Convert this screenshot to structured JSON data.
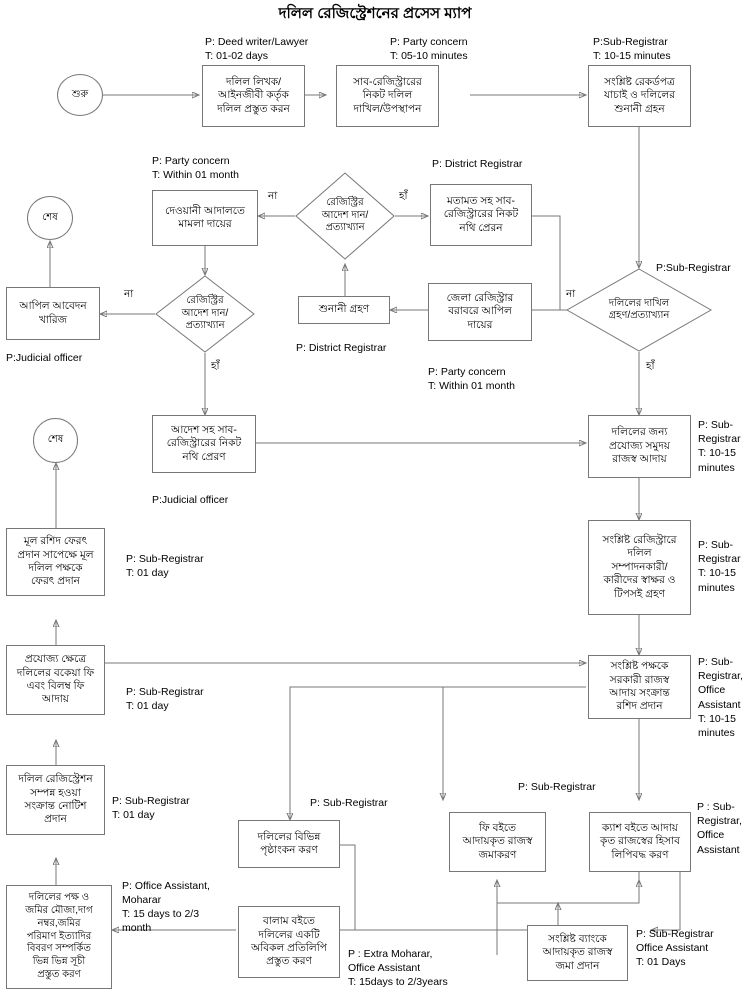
{
  "title": "দলিল রেজিস্ট্রেশনের প্রসেস ম্যাপ",
  "nodes": {
    "start": "শুরু",
    "end_top": "শেষ",
    "end_mid": "শেষ",
    "n_deed_prepare": "দলিল লিখক/\nআইনজীবী কর্তৃক\nদলিল প্রস্তুত করন",
    "n_submit_subreg": "সাব-রেজিস্ট্রারের\nনিকট দলিল\nদাখিল/উপস্থাপন",
    "n_verify_hearing": "সংশ্লিষ্ট রেকর্ডপত্র\nযাচাই ও দলিলের\nশুনানী গ্রহন",
    "n_civil_court": "দেওয়ানী আদালতে\nমামলা দায়ের",
    "n_opinion_send": "মতামত সহ সাব-\nরেজিস্ট্রারের নিকট\nনথি প্রেরন",
    "n_appeal_reject": "আপিল আবেদন\nখারিজ",
    "n_hearing_take": "শুনানী গ্রহণ",
    "n_district_appeal": "জেলা রেজিস্ট্রার\nবরাবরে আপিল\nদায়ের",
    "n_order_send": "আদেশ সহ সাব-\nরেজিস্ট্রারের নিকট\nনথি প্রেরণ",
    "n_revenue_collect": "দলিলের জন্য\nপ্রযোজ্য সমুদয়\nরাজস্ব আদায়",
    "n_signature": "সংশ্লিষ্ট রেজিস্ট্রারে\nদলিল\nসম্পাদনকারী/\nকারীদের স্বাক্ষর ও\nটিপসই গ্রহণ",
    "n_return_deed": "মূল রশিদ ফেরৎ\nপ্রদান সাপেক্ষে মূল\nদলিল পক্ষকে\nফেরৎ প্রদান",
    "n_due_fee": "প্রযোজ্য ক্ষেত্রে\nদলিলের বকেয়া ফি\nএবং বিলম্ব ফি\nআদায়",
    "n_receipt_gov": "সংশ্লিষ্ট পক্ষকে\nসরকারী রাজস্ব\nআদায় সংক্রান্ত\nরশিদ প্রদান",
    "n_notice": "দলিল রেজিস্ট্রেশন\nসম্পন্ন হওয়া\nসংক্রান্ত নোটিশ\nপ্রদান",
    "n_index": "দলিলের পক্ষ ও\nজমির মৌজা,দাগ\nনম্বর,জমির\nপরিমাণ ইত্যাদির\nবিবরণ সম্পর্কিত\nভিন্ন ভিন্ন সূচী\nপ্রস্তুত করণ",
    "n_endorse": "দলিলের বিভিন্ন\nপৃষ্ঠাংকন করণ",
    "n_fee_book": "ফি বইতে\nআদায়কৃত রাজস্ব\nজমাকরণ",
    "n_cash_book": "ক্যাশ বইতে আদায়\nকৃত রাজস্বের হিসাব\nলিপিবদ্ধ করণ",
    "n_balam_copy": "বালাম বইতে\nদলিলের একটি\nঅবিকল প্রতিলিপি\nপ্রস্তুত করণ",
    "n_bank_deposit": "সংশ্লিষ্ট ব্যাংকে\nআদায়কৃত রাজস্ব\nজমা প্রদান"
  },
  "decisions": {
    "d_registrar_order_1": "রেজিস্ট্রির\nআদেশ দান/\nপ্রত্যাখ্যান",
    "d_registrar_order_2": "রেজিস্ট্রির\nআদেশ দান/\nপ্রত্যাখ্যান",
    "d_deed_accept": "দলিলের দাখিল\nগ্রহণ/প্রত্যাখ্যান"
  },
  "notes": {
    "note_deed_writer": "P: Deed writer/Lawyer\nT: 01-02 days",
    "note_party_concern_1": "P: Party concern\nT: 05-10 minutes",
    "note_subreg_1015": "P:Sub-Registrar\nT: 10-15 minutes",
    "note_party_month": "P: Party concern\nT: Within 01 month",
    "note_district_registrar_1": "P: District Registrar",
    "note_subreg_right": "P:Sub-Registrar",
    "note_judicial_1": "P:Judicial officer",
    "note_district_registrar_2": "P: District Registrar",
    "note_party_month_2": "P: Party concern\nT: Within 01 month",
    "note_judicial_2": "P:Judicial officer",
    "note_subreg_rev": "P: Sub-\nRegistrar\nT: 10-15\nminutes",
    "note_subreg_sign": "P: Sub-\nRegistrar\nT: 10-15\nminutes",
    "note_subreg_day_1": "P: Sub-Registrar\nT: 01 day",
    "note_subreg_day_2": "P: Sub-Registrar\nT: 01 day",
    "note_subreg_day_3": "P: Sub-Registrar\nT: 01 day",
    "note_subreg_office_1015": "P: Sub-\nRegistrar,\nOffice\nAssistant\nT: 10-15\nminutes",
    "note_office_moharar": "P: Office Assistant,\nMoharar\nT: 15 days to 2/3\nmonth",
    "note_subreg_endorse": "P: Sub-Registrar",
    "note_subreg_feebook": "P: Sub-Registrar",
    "note_subreg_office_cash": "P : Sub-\nRegistrar,\nOffice\nAssistant",
    "note_extra_moharar": "P : Extra Moharar,\nOffice Assistant\nT: 15days to 2/3years",
    "note_bank": "P: Sub-Registrar\nOffice Assistant\nT: 01 Days"
  },
  "edge_labels": {
    "no_1": "না",
    "yes_1": "হাঁ",
    "no_2": "না",
    "yes_2": "হাঁ",
    "no_3": "না",
    "yes_3": "হাঁ"
  },
  "colors": {
    "stroke": "#777777",
    "text": "#000000",
    "background": "#ffffff"
  }
}
